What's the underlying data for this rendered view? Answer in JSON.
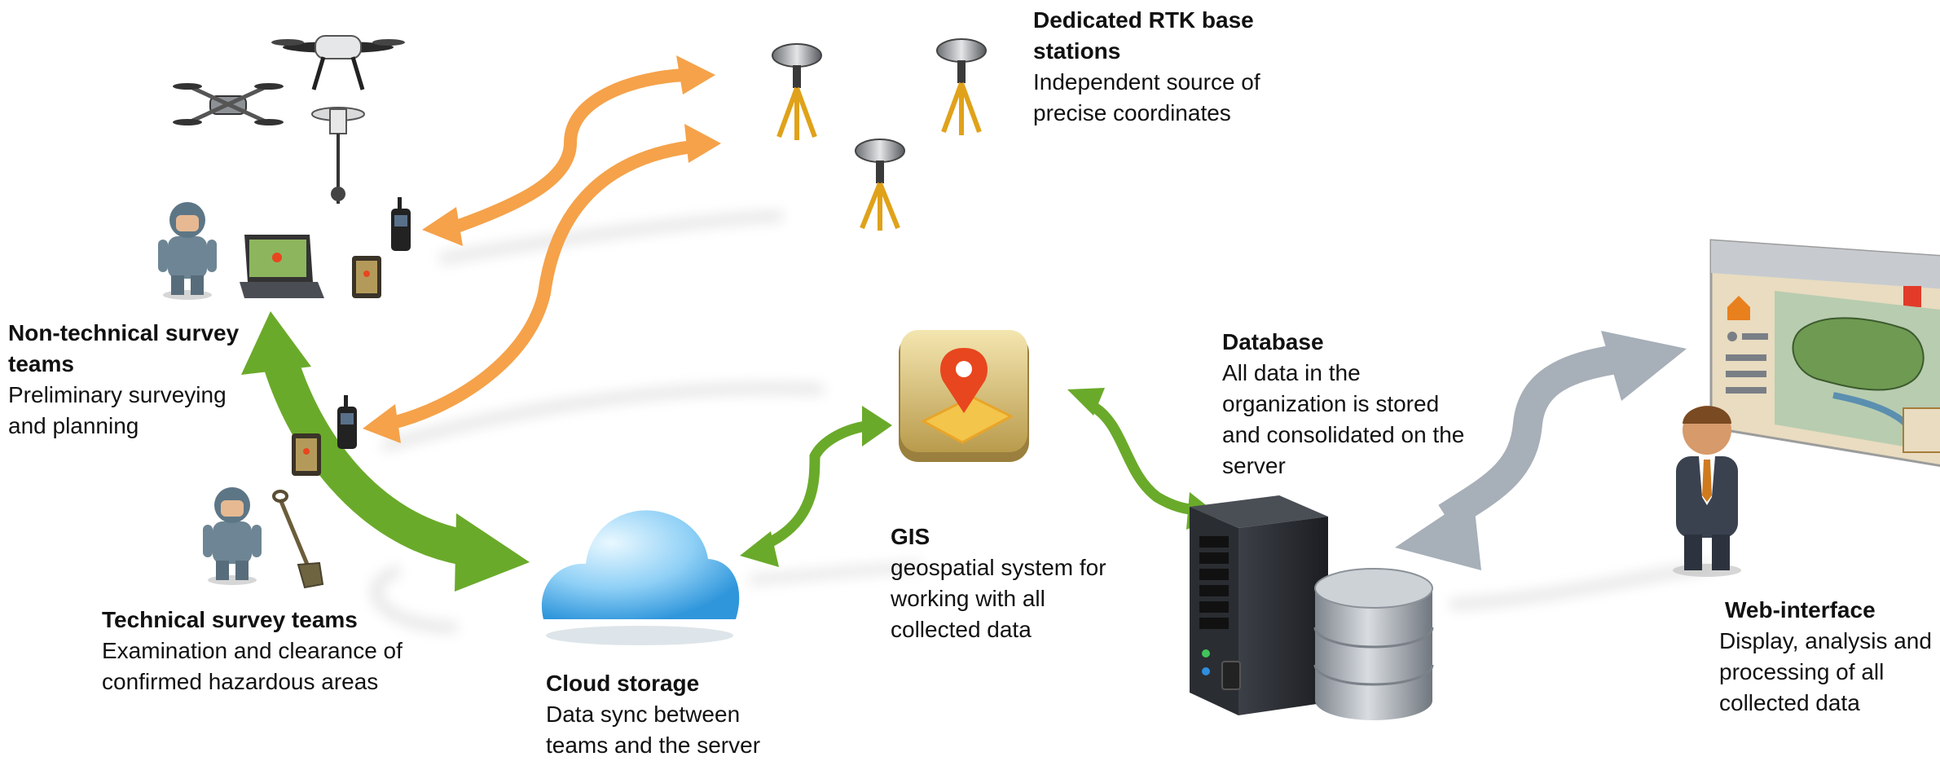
{
  "nodes": {
    "rtk": {
      "title": "Dedicated RTK base stations",
      "desc": "Independent source of precise coordinates"
    },
    "nontech": {
      "title": "Non-technical survey teams",
      "desc": "Preliminary surveying and planning"
    },
    "database": {
      "title": "Database",
      "desc": "All data in the organization is stored and consolidated on the server"
    },
    "gis": {
      "title": "GIS",
      "desc": "geospatial system for working with all collected data"
    },
    "technical": {
      "title": "Technical survey teams",
      "desc": "Examination and clearance of confirmed hazardous areas"
    },
    "web": {
      "title": "Web-interface",
      "desc": "Display, analysis and processing of all collected data"
    },
    "cloud": {
      "title": "Cloud storage",
      "desc": "Data sync between teams and the server"
    }
  },
  "colors": {
    "orange_arrow": "#f5a24a",
    "green_arrow": "#6aaa2a",
    "gray_arrow": "#a7afb8",
    "cloud_light": "#cfeefe",
    "cloud_dark": "#3aa7e8",
    "server_dark": "#2b2e33",
    "map_tile": "#e0c97a",
    "pin_red": "#e8461e"
  },
  "icons": [
    "drone-icon",
    "rtk-base-station-icon",
    "surveyor-icon",
    "laptop-icon",
    "handheld-gps-icon",
    "tablet-icon",
    "metal-detector-icon",
    "cloud-icon",
    "gis-map-pin-icon",
    "server-icon",
    "database-icon",
    "businessman-icon",
    "web-window-icon"
  ]
}
